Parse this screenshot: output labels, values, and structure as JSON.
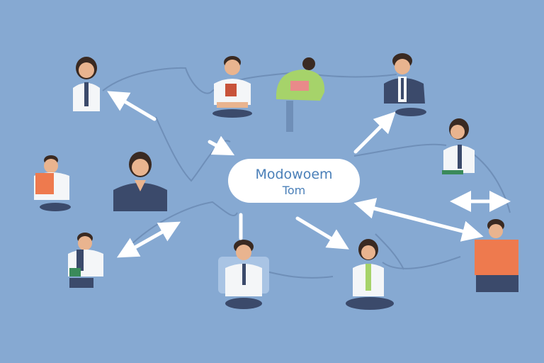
{
  "hub": {
    "line1": "Modowoem",
    "line2": "Tom"
  },
  "colors": {
    "background": "#86a9d2",
    "connector": "#6f8fb8",
    "arrow": "#ffffff",
    "hub_fill": "#ffffff",
    "hub_text": "#4a7fb8",
    "skin": "#e9b48f",
    "hair": "#3a2a22",
    "navy": "#3b4a6b",
    "white_shirt": "#f4f6f8",
    "green": "#a6d36a",
    "orange": "#ee7a4e"
  },
  "people": [
    {
      "id": "person-top-left-woman",
      "shirt": "#f4f6f8",
      "tie": "#3b4a6b"
    },
    {
      "id": "person-top-mid-laptop",
      "shirt": "#f4f6f8",
      "tie": "#c8533a"
    },
    {
      "id": "person-top-green-reader",
      "shirt": "#a6d36a",
      "tie": "#e98a8a"
    },
    {
      "id": "person-top-right-suit",
      "shirt": "#3b4a6b",
      "tie": "#f4f6f8"
    },
    {
      "id": "person-right-woman",
      "shirt": "#f4f6f8",
      "tie": "#3b4a6b"
    },
    {
      "id": "person-left-orange-book",
      "shirt": "#f4f6f8",
      "tie": "#ee7a4e"
    },
    {
      "id": "person-center-left-woman",
      "shirt": "#3b4a6b",
      "tie": "#f4f6f8"
    },
    {
      "id": "person-bottom-left-man",
      "shirt": "#f4f6f8",
      "tie": "#3a8a5a"
    },
    {
      "id": "person-bottom-mid-man",
      "shirt": "#f4f6f8",
      "tie": "#3b4a6b"
    },
    {
      "id": "person-bottom-center-woman",
      "shirt": "#f4f6f8",
      "tie": "#a6d36a"
    },
    {
      "id": "person-bottom-right-orange",
      "shirt": "#ee7a4e",
      "tie": "#3b4a6b"
    }
  ]
}
